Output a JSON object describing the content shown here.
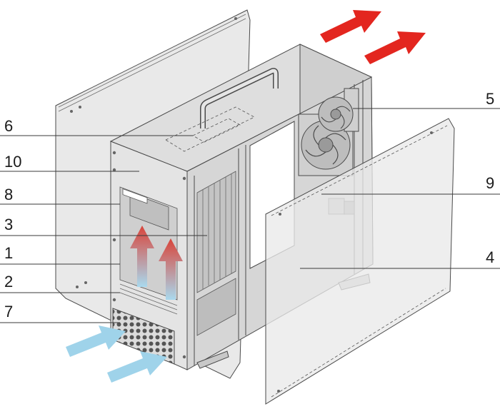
{
  "callouts": [
    {
      "id": "label-5",
      "text": "5"
    },
    {
      "id": "label-6",
      "text": "6"
    },
    {
      "id": "label-10",
      "text": "10"
    },
    {
      "id": "label-8",
      "text": "8"
    },
    {
      "id": "label-9",
      "text": "9"
    },
    {
      "id": "label-3",
      "text": "3"
    },
    {
      "id": "label-1",
      "text": "1"
    },
    {
      "id": "label-4",
      "text": "4"
    },
    {
      "id": "label-2",
      "text": "2"
    },
    {
      "id": "label-7",
      "text": "7"
    }
  ],
  "colors": {
    "panel_fill": "#e9e9e9",
    "chassis_fill": "#dcdcdc",
    "exhaust_arrow": "#e3261f",
    "intake_arrow": "#9fd3ea"
  }
}
